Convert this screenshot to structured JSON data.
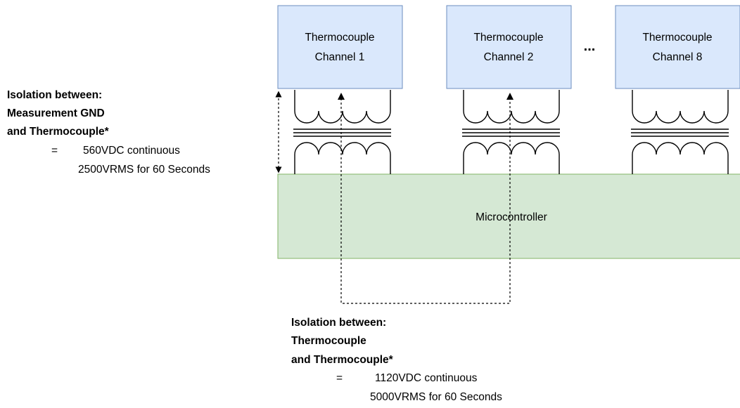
{
  "channels": [
    {
      "line1": "Thermocouple",
      "line2": "Channel 1"
    },
    {
      "line1": "Thermocouple",
      "line2": "Channel 2"
    },
    {
      "line1": "Thermocouple",
      "line2": "Channel 8"
    }
  ],
  "ellipsis": "...",
  "microcontroller": "Microcontroller",
  "note_left": {
    "line1": "Isolation between:",
    "line2": "Measurement GND",
    "line3": "and Thermocouple*",
    "eq": "=",
    "value1": "560VDC continuous",
    "value2": "2500VRMS for 60 Seconds"
  },
  "note_bottom": {
    "line1": "Isolation between:",
    "line2": "Thermocouple",
    "line3": "and Thermocouple*",
    "eq": "=",
    "value1": "1120VDC continuous",
    "value2": "5000VRMS for 60 Seconds"
  },
  "colors": {
    "channel_fill": "#dae8fc",
    "channel_stroke": "#6c8ebf",
    "micro_fill": "#d5e8d4",
    "micro_stroke": "#82b366"
  }
}
